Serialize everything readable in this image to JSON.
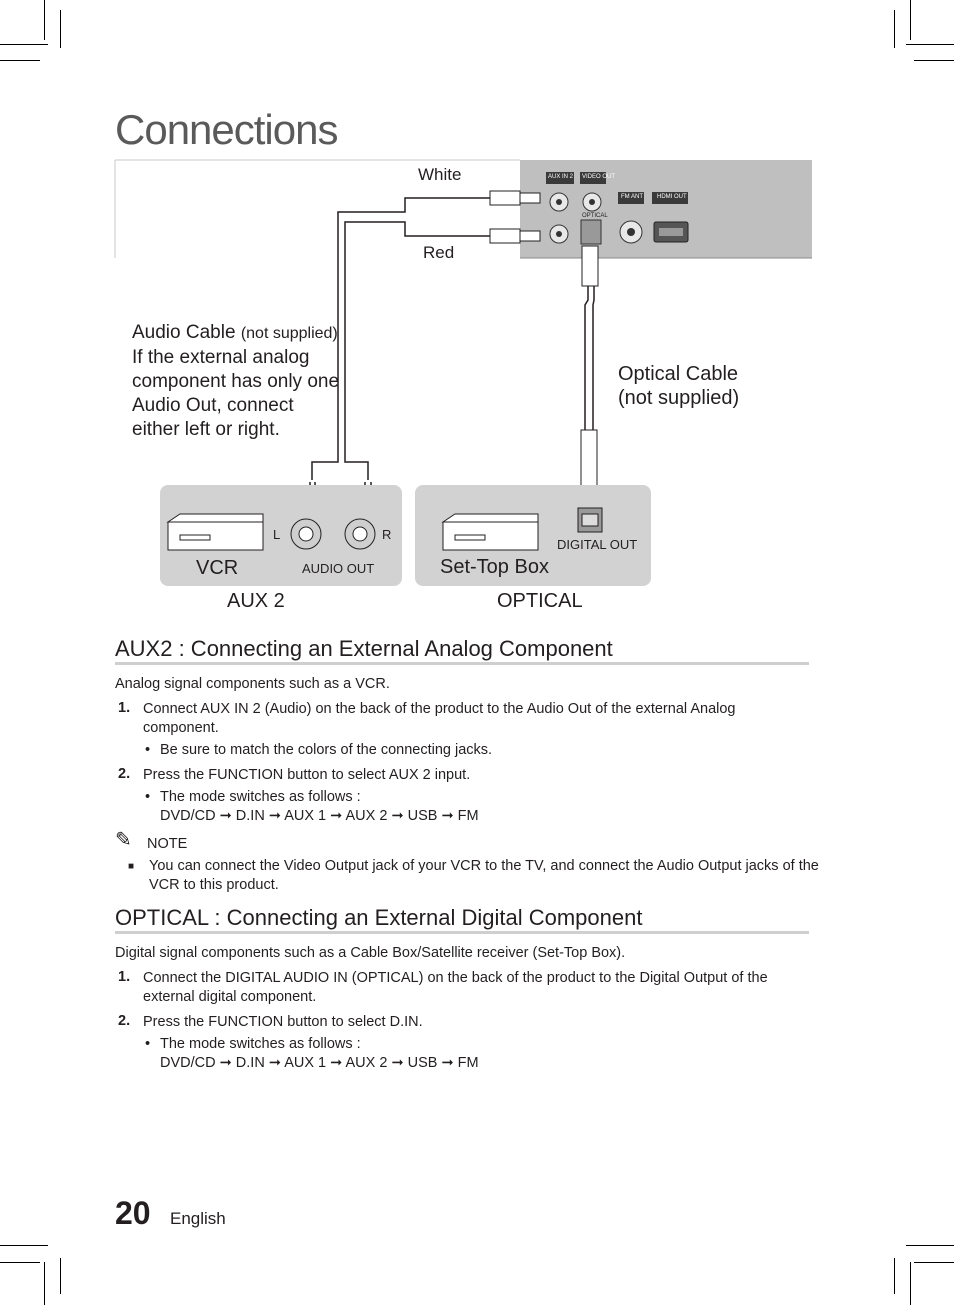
{
  "chapter_title": "Connections",
  "diagram": {
    "white_label": "White",
    "red_label": "Red",
    "panel_labels": {
      "aux_in_2": "AUX IN 2",
      "video_out": "VIDEO OUT",
      "optical": "OPTICAL",
      "fm_ant": "FM ANT",
      "hdmi_out": "HDMI OUT"
    },
    "audio_cable_title": "Audio Cable",
    "audio_cable_note": "(not supplied)",
    "audio_cable_text": "If the external analog component has only one Audio Out, connect either left or right.",
    "optical_cable_title": "Optical Cable",
    "optical_cable_note": "(not supplied)",
    "vcr_label": "VCR",
    "audio_out_label": "AUDIO OUT",
    "l_label": "L",
    "r_label": "R",
    "settop_label": "Set-Top Box",
    "digital_out_label": "DIGITAL OUT",
    "aux2_caption": "AUX 2",
    "optical_caption": "OPTICAL"
  },
  "aux2_section": {
    "title": "AUX2 : Connecting an External Analog Component",
    "intro": "Analog signal components such as a VCR.",
    "step1_num": "1.",
    "step1_a": "Connect ",
    "step1_b": "AUX IN 2",
    "step1_c": " (Audio) on the back of the product to the Audio Out of the external Analog",
    "step1_d": "component.",
    "step1_bullet": "Be sure to match the colors of the connecting jacks.",
    "step2_num": "2.",
    "step2_a": "Press the ",
    "step2_b": "FUNCTION",
    "step2_c": " button to select ",
    "step2_d": "AUX 2",
    "step2_e": " input.",
    "step2_bullet": "The mode switches as follows :",
    "mode_sequence": "DVD/CD ➞ D.IN ➞ AUX 1 ➞ AUX 2 ➞ USB ➞ FM",
    "note_label": "NOTE",
    "note_line1": "You can connect the Video Output jack of your VCR to the TV, and connect the Audio Output jacks of the",
    "note_line2": "VCR to this product."
  },
  "optical_section": {
    "title": "OPTICAL : Connecting an External Digital Component",
    "intro": "Digital signal components such as a Cable Box/Satellite receiver (Set-Top Box).",
    "step1_num": "1.",
    "step1_a": "Connect the ",
    "step1_b": "DIGITAL AUDIO IN",
    "step1_c": " (",
    "step1_d": "OPTICAL",
    "step1_e": ") on the back of the product to the Digital Output of the",
    "step1_f": "external digital component.",
    "step2_num": "2.",
    "step2_a": "Press the ",
    "step2_b": "FUNCTION",
    "step2_c": " button to select ",
    "step2_d": "D.IN",
    "step2_e": ".",
    "step2_bullet": "The mode switches as follows :",
    "mode_sequence": "DVD/CD ➞ D.IN ➞ AUX 1 ➞ AUX 2 ➞ USB  ➞ FM"
  },
  "footer": {
    "page_number": "20",
    "language": "English"
  }
}
